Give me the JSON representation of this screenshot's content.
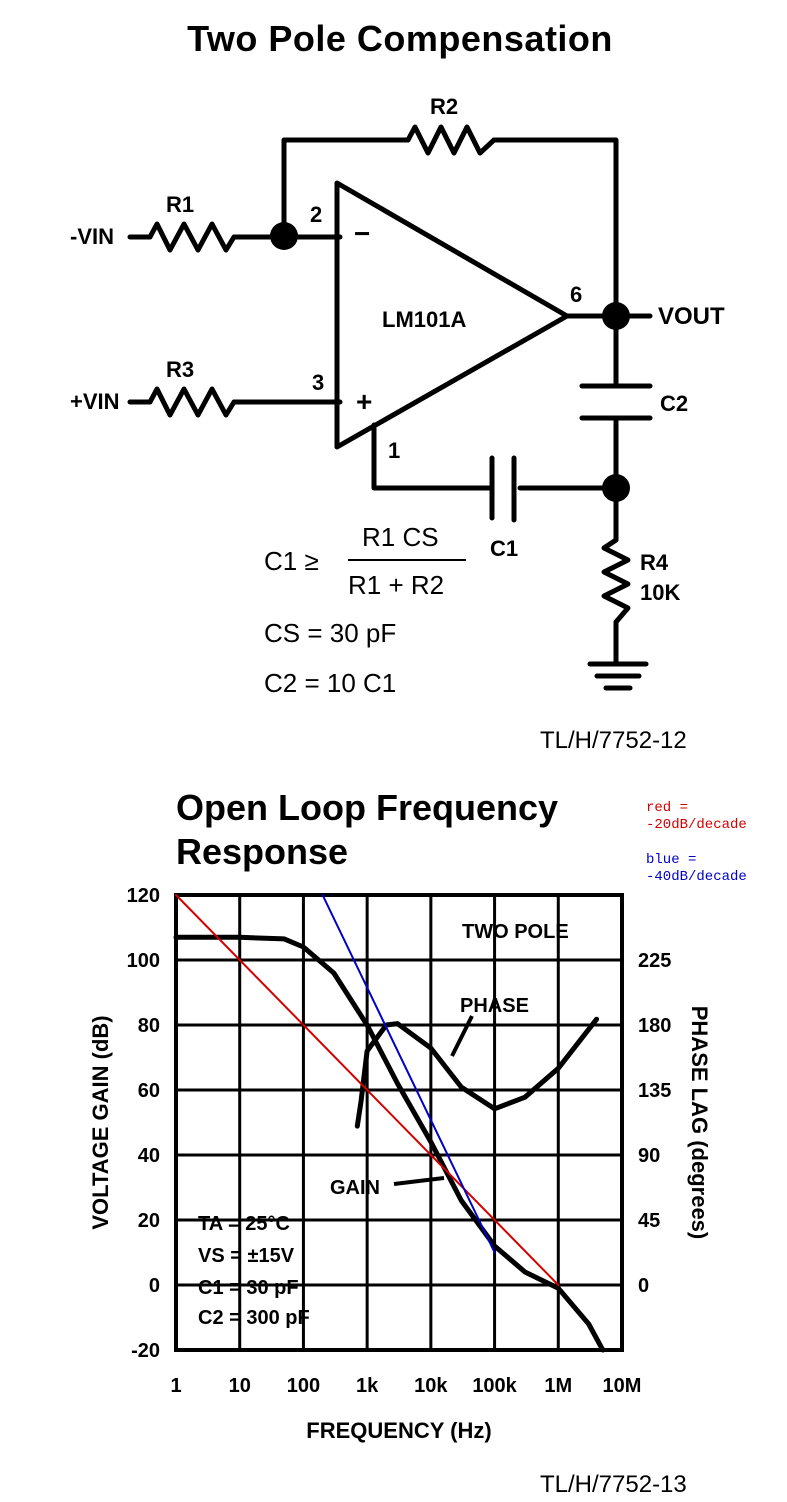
{
  "schematic": {
    "title": "Two Pole Compensation",
    "vin_minus": "-VIN",
    "vin_plus": "+VIN",
    "vout": "VOUT",
    "r1": "R1",
    "r2": "R2",
    "r3": "R3",
    "r4": "R4",
    "r4_value": "10K",
    "c1": "C1",
    "c2": "C2",
    "opamp": "LM101A",
    "pin2": "2",
    "pin3": "3",
    "pin6": "6",
    "pin1": "1",
    "minus_sign": "−",
    "plus_sign": "+",
    "eq1_lhs": "C1 ≥",
    "eq1_num": "R1 CS",
    "eq1_den": "R1 + R2",
    "eq2": "CS = 30 pF",
    "eq3": "C2 = 10 C1",
    "code": "TL/H/7752-12"
  },
  "graph": {
    "title_line1": "Open Loop Frequency",
    "title_line2": "Response",
    "note_red": "red =\n-20dB/decade",
    "note_blue": "blue =\n-40dB/decade",
    "colors": {
      "red": "#d40000",
      "blue": "#0000c8"
    },
    "code": "TL/H/7752-13",
    "label_two_pole": "TWO POLE",
    "label_phase": "PHASE",
    "label_gain": "GAIN",
    "conditions": [
      "TA = 25°C",
      "VS = ±15V",
      "C1 = 30 pF",
      "C2 = 300 pF"
    ]
  },
  "chart_data": {
    "type": "line",
    "xlabel": "FREQUENCY (Hz)",
    "ylabel": "VOLTAGE GAIN (dB)",
    "y2label": "PHASE LAG (degrees)",
    "x_scale": "log",
    "xlim": [
      1,
      10000000
    ],
    "ylim": [
      -20,
      120
    ],
    "y2lim": [
      -45,
      270
    ],
    "x_ticks": [
      "1",
      "10",
      "100",
      "1k",
      "10k",
      "100k",
      "1M",
      "10M"
    ],
    "y_ticks": [
      "120",
      "100",
      "80",
      "60",
      "40",
      "20",
      "0",
      "-20"
    ],
    "y2_ticks": [
      "225",
      "180",
      "135",
      "90",
      "45",
      "0"
    ],
    "grid": true,
    "series": [
      {
        "name": "GAIN",
        "axis": "left",
        "color": "#000000",
        "points": [
          [
            1,
            107
          ],
          [
            10,
            107
          ],
          [
            50,
            106.5
          ],
          [
            100,
            104
          ],
          [
            300,
            96
          ],
          [
            1000,
            80
          ],
          [
            3000,
            62
          ],
          [
            10000,
            44
          ],
          [
            30000,
            26
          ],
          [
            100000,
            12
          ],
          [
            300000,
            4
          ],
          [
            1000000,
            -1
          ],
          [
            3000000,
            -12
          ],
          [
            5000000,
            -20
          ]
        ]
      },
      {
        "name": "PHASE",
        "axis": "right",
        "color": "#000000",
        "points": [
          [
            700,
            110
          ],
          [
            800,
            127
          ],
          [
            1000,
            162
          ],
          [
            2000,
            180
          ],
          [
            3000,
            181
          ],
          [
            10000,
            164
          ],
          [
            30000,
            137
          ],
          [
            100000,
            122
          ],
          [
            300000,
            130
          ],
          [
            1000000,
            150
          ],
          [
            4000000,
            184
          ]
        ]
      },
      {
        "name": "red",
        "axis": "left",
        "color": "#d40000",
        "points": [
          [
            1,
            120
          ],
          [
            1000000,
            0
          ]
        ]
      },
      {
        "name": "blue",
        "axis": "left",
        "color": "#0000c8",
        "points": [
          [
            200,
            120
          ],
          [
            100000,
            10
          ]
        ]
      }
    ]
  }
}
